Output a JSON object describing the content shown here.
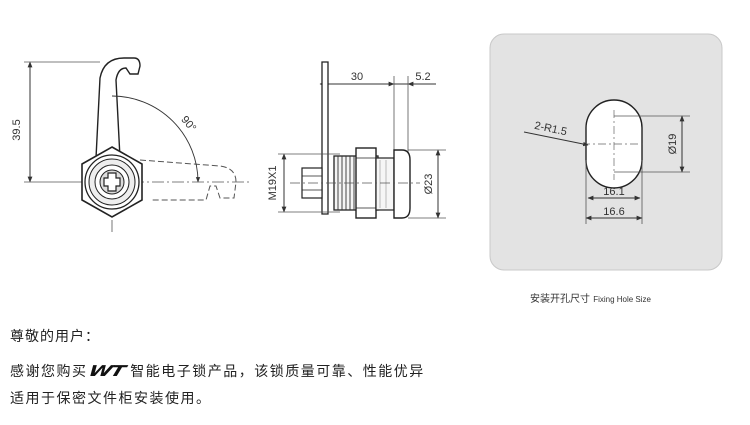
{
  "diagram": {
    "side_view": {
      "height_label": "39.5",
      "angle_label": "90°"
    },
    "section_view": {
      "length_label": "30",
      "flange_label": "5.2",
      "thread_label": "M19X1",
      "diameter_label": "Ø23"
    },
    "fixing_hole": {
      "radius_label": "2-R1.5",
      "diameter_label": "Ø19",
      "flat_width_label": "16.1",
      "outer_width_label": "16.6",
      "caption_cn": "安装开孔尺寸",
      "caption_en": "Fixing Hole Size"
    }
  },
  "text": {
    "greeting": "尊敬的用户：",
    "line1_before_logo": "感谢您购买",
    "logo": "WT",
    "line1_after_logo": "智能电子锁产品，该锁质量可靠、性能优异",
    "line2": "适用于保密文件柜安装使用。"
  }
}
